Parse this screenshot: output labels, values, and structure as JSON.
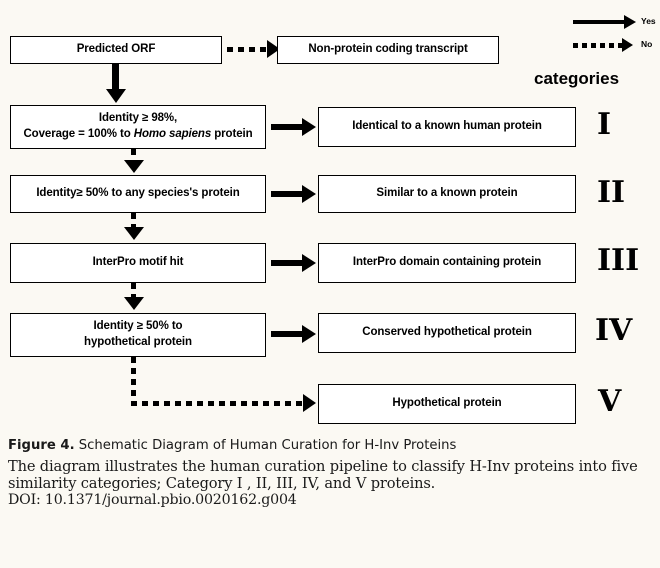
{
  "legend": {
    "yes_label": "Yes",
    "no_label": "No",
    "categories_title": "categories",
    "yes_icon": "solid-arrow-icon",
    "no_icon": "dotted-arrow-icon"
  },
  "diagram": {
    "start_box": {
      "label": "Predicted ORF"
    },
    "reject_box": {
      "label": "Non-protein coding transcript"
    },
    "decisions": [
      {
        "line1": "Identity ≥ 98%,",
        "line2_pre": "Coverage = 100% to ",
        "line2_italic": "Homo sapiens",
        "line2_post": " protein"
      },
      {
        "line1": "Identity≥ 50% to any species's protein"
      },
      {
        "line1": "InterPro motif hit"
      },
      {
        "line1": "Identity ≥ 50% to",
        "line2": "hypothetical protein"
      }
    ],
    "outcomes": [
      {
        "label": "Identical to a known human protein",
        "numeral": "I"
      },
      {
        "label": "Similar to a known protein",
        "numeral": "II"
      },
      {
        "label": "InterPro domain containing protein",
        "numeral": "III"
      },
      {
        "label": "Conserved hypothetical protein",
        "numeral": "IV"
      },
      {
        "label": "Hypothetical protein",
        "numeral": "V"
      }
    ]
  },
  "caption": {
    "figure_number": "Figure 4.",
    "title": " Schematic Diagram of Human Curation for H-Inv Proteins",
    "body": "The diagram illustrates the human curation pipeline to classify H-Inv proteins into five similarity categories; Category I , II, III, IV, and V proteins.",
    "doi": "DOI: 10.1371/journal.pbio.0020162.g004"
  },
  "colors": {
    "background": "#fbf9f3",
    "box_fill": "#ffffff",
    "ink": "#000000"
  }
}
